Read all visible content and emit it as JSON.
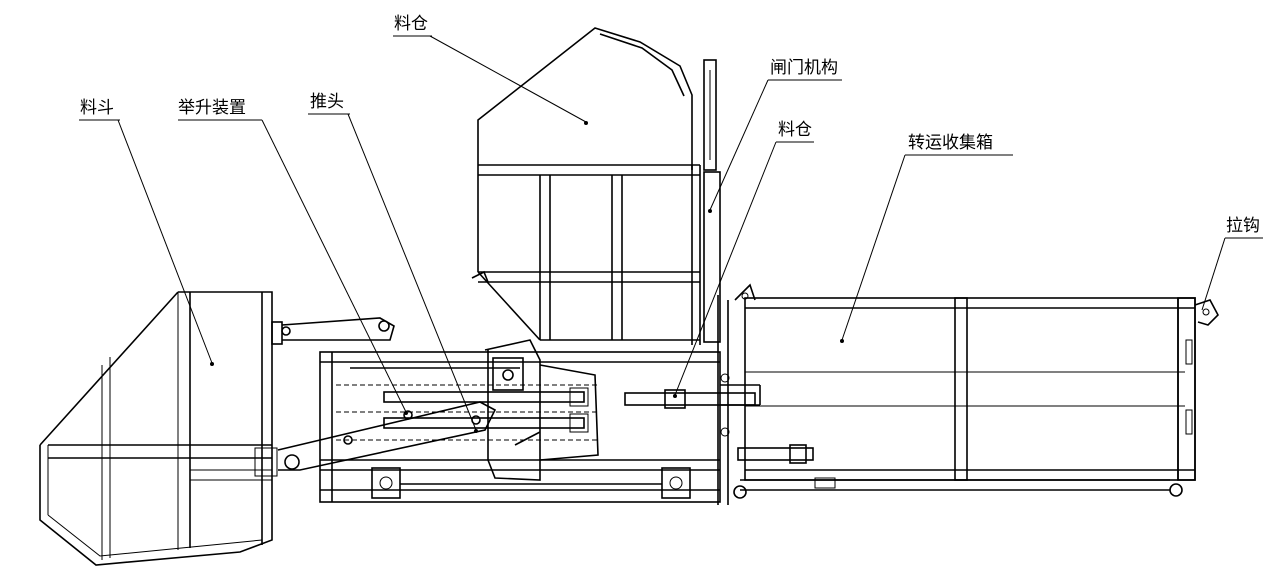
{
  "labels": {
    "hopper": "料斗",
    "lifting_device": "举升装置",
    "push_head": "推头",
    "bin_top": "料仓",
    "gate_mechanism": "闸门机构",
    "bin_mid": "料仓",
    "transfer_box": "转运收集箱",
    "pull_hook": "拉钩"
  },
  "colors": {
    "line": "#000000",
    "background": "#ffffff"
  }
}
